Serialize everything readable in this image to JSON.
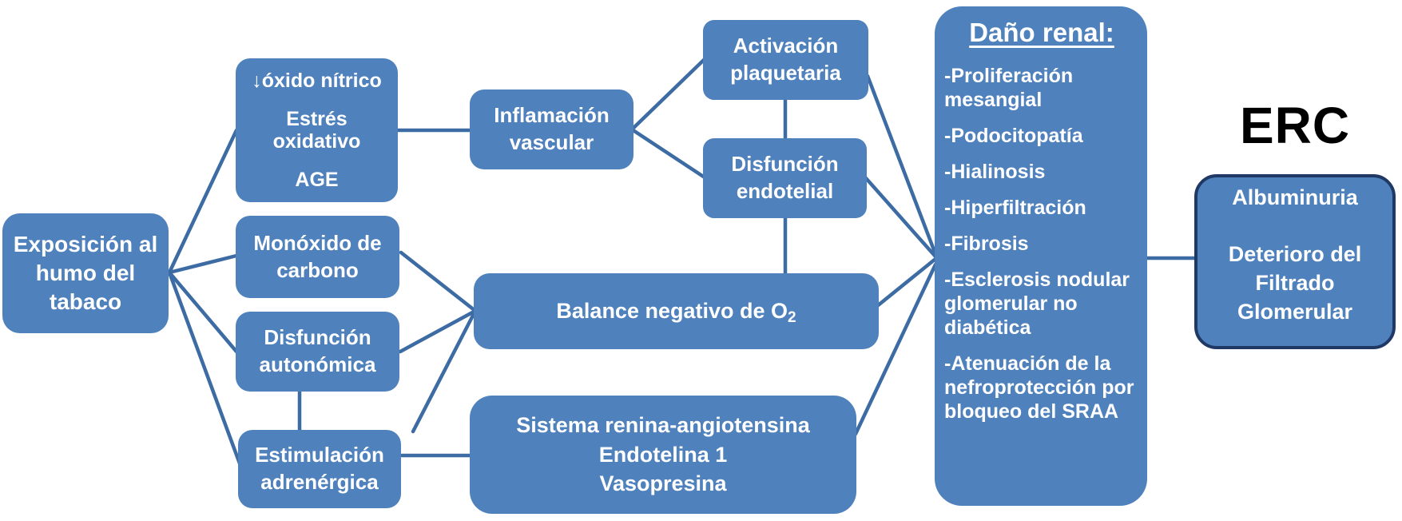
{
  "colors": {
    "page_bg": "#ffffff",
    "box_fill": "#4f81bd",
    "box_text": "#ffffff",
    "connector": "#3d6ba3",
    "erc_border": "#1f3864",
    "erc_title_color": "#000000"
  },
  "nodes": {
    "exposicion": "Exposición al\nhumo del\ntabaco",
    "oxido_line1": "↓óxido nítrico",
    "oxido_line2": "Estrés\noxidativo",
    "oxido_line3": "AGE",
    "monoxido": "Monóxido de\ncarbono",
    "autonomica": "Disfunción\nautonómica",
    "adrenergica": "Estimulación\nadrenérgica",
    "inflamacion": "Inflamación\nvascular",
    "activacion": "Activación\nplaquetaria",
    "endotelial": "Disfunción\nendotelial",
    "balance_main": "Balance negativo de O",
    "balance_sub": "2",
    "sistema": "Sistema renina-angiotensina\nEndotelina 1\nVasopresina"
  },
  "dano": {
    "title": "Daño renal:",
    "items": [
      "-Proliferación mesangial",
      "-Podocitopatía",
      "-Hialinosis",
      "-Hiperfiltración",
      "-Fibrosis",
      "-Esclerosis nodular glomerular no diabética",
      "-Atenuación de la nefroprotección por bloqueo del SRAA"
    ]
  },
  "erc": {
    "title": "ERC",
    "box_text": "Albuminuria\n\nDeterioro del\nFiltrado\nGlomerular"
  }
}
